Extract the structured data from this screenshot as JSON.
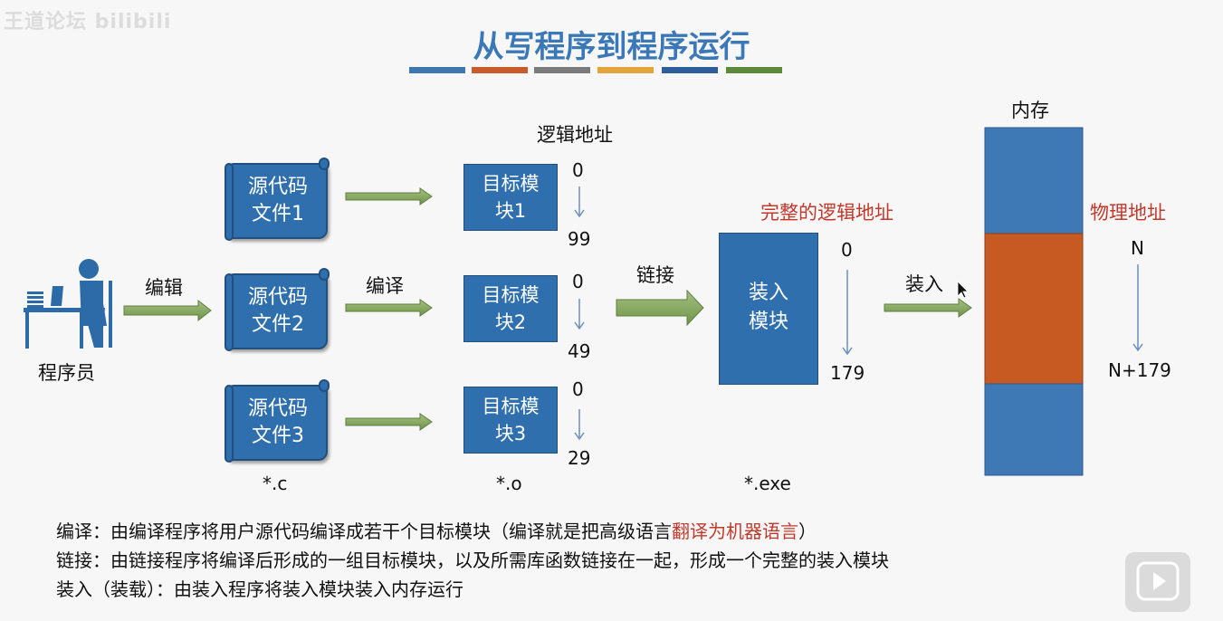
{
  "watermark": "王道论坛 bilibili",
  "title": "从写程序到程序运行",
  "title_bar_colors": [
    "#3e76b0",
    "#c95a2a",
    "#7a7a7a",
    "#e3a53a",
    "#2e5d9c",
    "#5a8a3a"
  ],
  "programmer_label": "程序员",
  "edit_label": "编辑",
  "compile_label": "编译",
  "link_label": "链接",
  "load_label": "装入",
  "logical_addr_label": "逻辑地址",
  "full_logical_addr_label": "完整的逻辑地址",
  "physical_addr_label": "物理地址",
  "memory_label": "内存",
  "source_files": [
    {
      "line1": "源代码",
      "line2": "文件1"
    },
    {
      "line1": "源代码",
      "line2": "文件2"
    },
    {
      "line1": "源代码",
      "line2": "文件3"
    }
  ],
  "object_modules": [
    {
      "line1": "目标模",
      "line2": "块1",
      "start": "0",
      "end": "99"
    },
    {
      "line1": "目标模",
      "line2": "块2",
      "start": "0",
      "end": "49"
    },
    {
      "line1": "目标模",
      "line2": "块3",
      "start": "0",
      "end": "29"
    }
  ],
  "load_module": {
    "line1": "装入",
    "line2": "模块",
    "start": "0",
    "end": "179"
  },
  "physical": {
    "start": "N",
    "end": "N+179"
  },
  "ext_c": "*.c",
  "ext_o": "*.o",
  "ext_exe": "*.exe",
  "colors": {
    "module_blue": "#2f6fad",
    "memory_blue": "#3e79b5",
    "memory_orange": "#c65a22",
    "arrow_green": "#7fa15a",
    "red_text": "#c0392b"
  },
  "notes": {
    "compile_prefix": "编译：由编译程序将用户源代码编译成若干个目标模块（编译就是把高级语言",
    "compile_red": "翻译为机器语言",
    "compile_suffix": "）",
    "link": "链接：由链接程序将编译后形成的一组目标模块，以及所需库函数链接在一起，形成一个完整的装入模块",
    "load": "装入（装载）：由装入程序将装入模块装入内存运行"
  }
}
